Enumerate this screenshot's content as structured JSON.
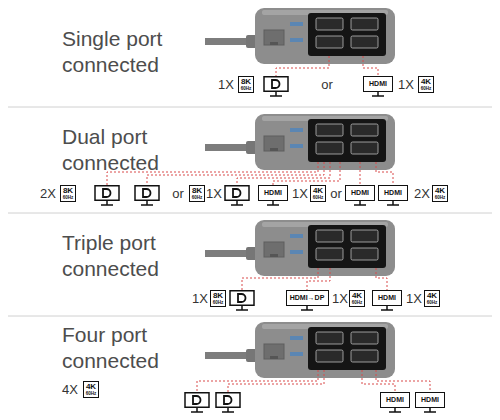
{
  "diagram": {
    "nodes": [
      {
        "text": [
          "8K",
          "60Hz"
        ]
      },
      {
        "text": [
          "HDMI"
        ]
      },
      {
        "text": [
          "4K",
          "60Hz"
        ]
      },
      {
        "text": [
          "8K",
          "60Hz"
        ]
      },
      {
        "text": [
          "8K",
          "60Hz"
        ]
      },
      {
        "text": [
          "HDMI"
        ]
      },
      {
        "text": [
          "4K",
          "60Hz"
        ]
      },
      {
        "text": [
          "HDMI"
        ]
      },
      {
        "text": [
          "HDMI"
        ]
      },
      {
        "text": [
          "4K",
          "60Hz"
        ]
      },
      {
        "text": [
          "8K",
          "60Hz"
        ]
      },
      {
        "text": [
          "HDMI→DP"
        ]
      },
      {
        "text": [
          "4K",
          "60Hz"
        ]
      },
      {
        "text": [
          "HDMI"
        ]
      },
      {
        "text": [
          "4K",
          "60Hz"
        ]
      },
      {
        "text": [
          "4K",
          "60Hz"
        ]
      },
      {
        "text": [
          "HDMI"
        ]
      },
      {
        "text": [
          "HDMI"
        ]
      }
    ],
    "labels": [
      "Single port connected",
      "1X",
      "or",
      "1X",
      "Dual port connected",
      "2X",
      "or",
      "1X",
      "1X",
      "or",
      "2X",
      "Triple port connected",
      "1X",
      "1X",
      "1X",
      "Four port connected",
      "4X"
    ]
  }
}
